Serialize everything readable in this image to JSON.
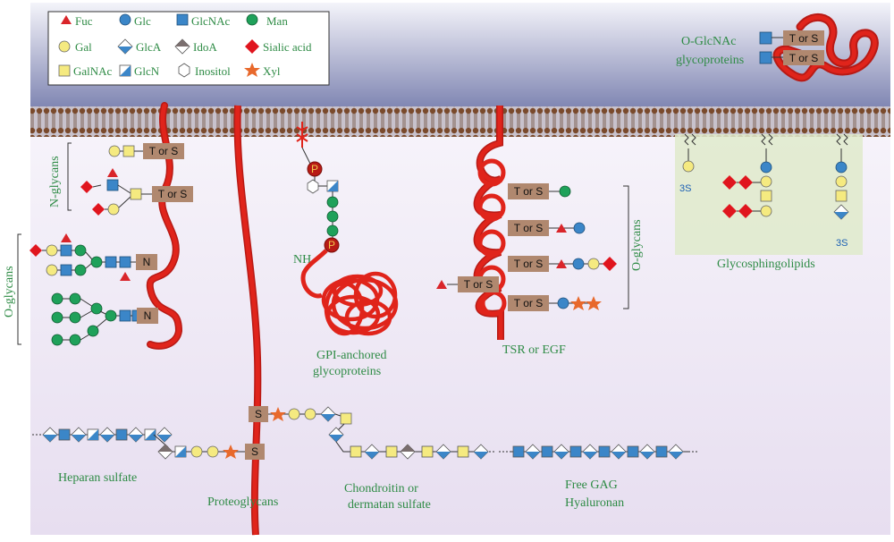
{
  "legend": {
    "fuc": "Fuc",
    "glc": "Glc",
    "glcnac": "GlcNAc",
    "man": "Man",
    "gal": "Gal",
    "glca": "GlcA",
    "idoa": "IdoA",
    "sialic": "Sialic acid",
    "galnac": "GalNAc",
    "glcn": "GlcN",
    "inositol": "Inositol",
    "xyl": "Xyl"
  },
  "labels": {
    "n_glycans": "N-glycans",
    "o_glycans_left": "O-glycans",
    "o_glycans_right": "O-glycans",
    "ogn": "O-GlcNAc",
    "ogn2": "glycoproteins",
    "gpi1": "GPI-anchored",
    "gpi2": "glycoproteins",
    "nh": "NH",
    "tsr": "TSR or EGF",
    "gsl": "Glycosphingolipids",
    "hs": "Heparan sulfate",
    "pg": "Proteoglycans",
    "cs1": "Chondroitin or",
    "cs2": "dermatan sulfate",
    "free1": "Free GAG",
    "free2": "Hyaluronan",
    "tors": "T or S",
    "s": "S",
    "n": "N",
    "p": "P",
    "3s": "3S"
  },
  "colors": {
    "membrane_top": "#8a8fb8",
    "cell": "#f0ecf6",
    "protein": "#e0241b",
    "fuc": "#d9252a",
    "glc": "#3b86c8",
    "man": "#1fa15a",
    "gal": "#f5ea80",
    "sialic": "#e0151e",
    "xyl": "#e8692c",
    "tors_box": "#b0886f",
    "text_green": "#2e8b45"
  }
}
